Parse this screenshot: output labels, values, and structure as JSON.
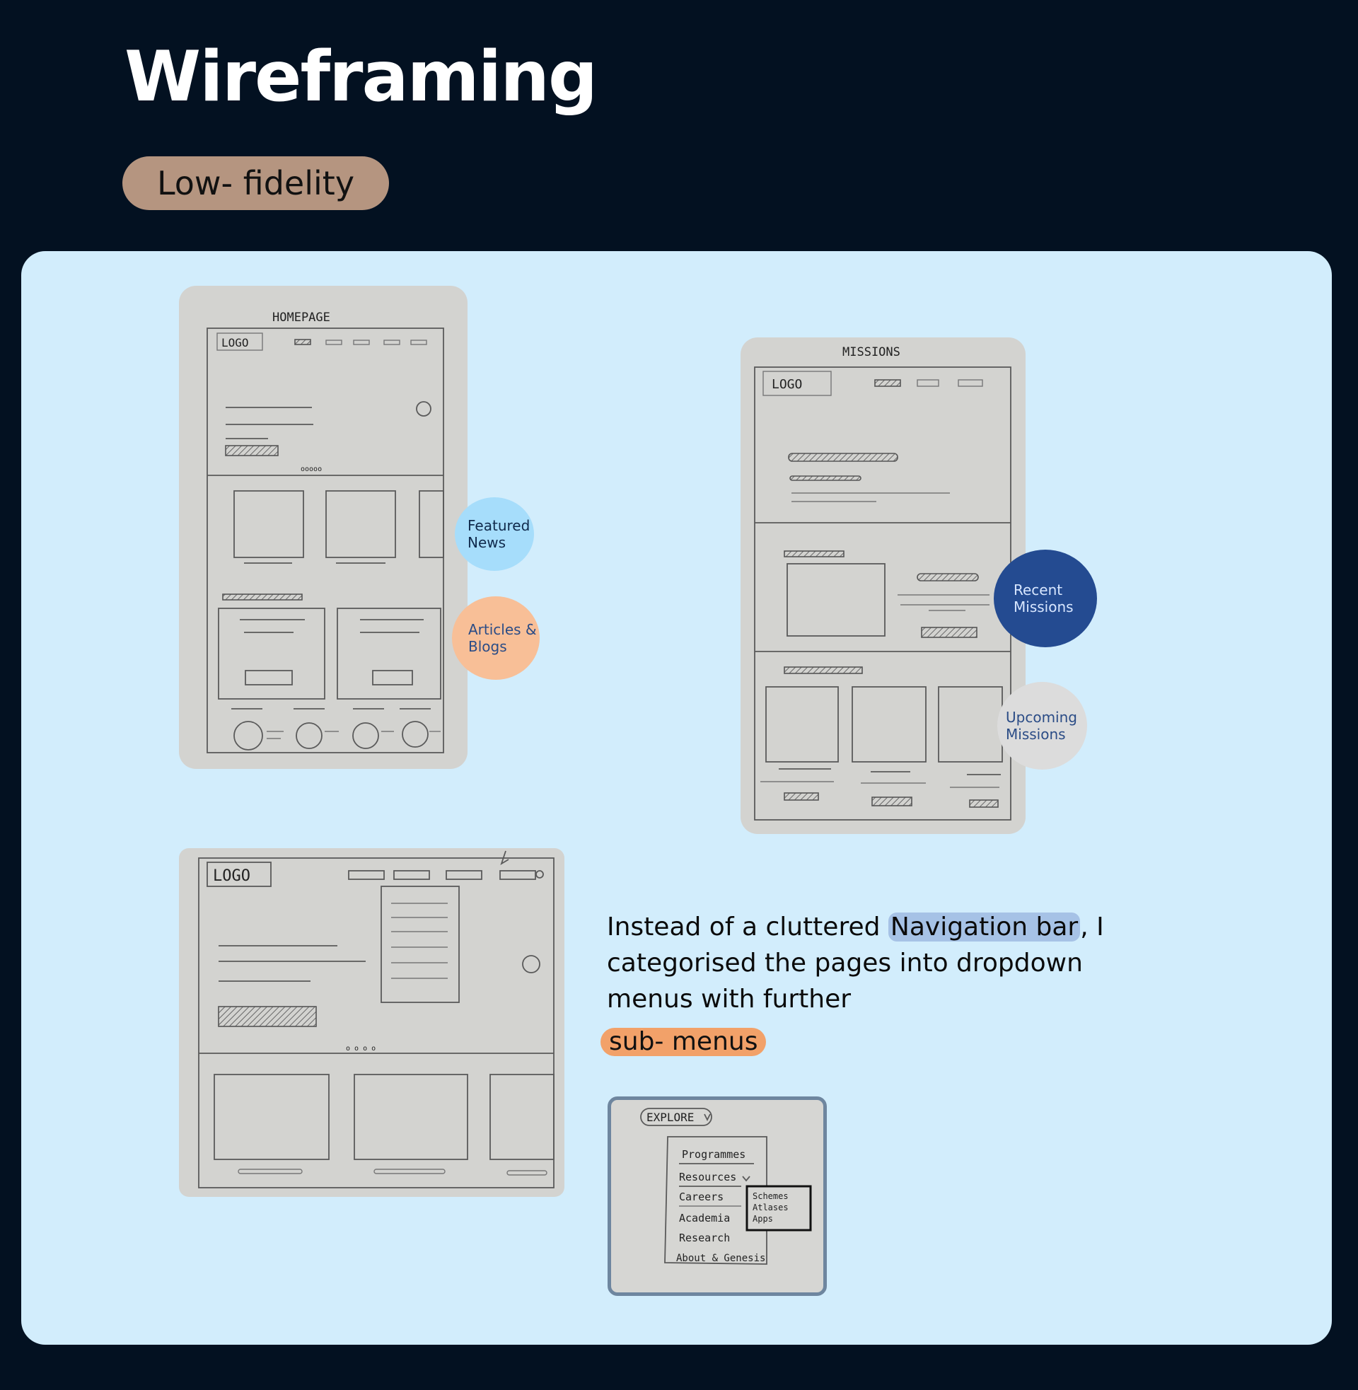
{
  "header": {
    "title": "Wireframing",
    "badge": "Low- fidelity"
  },
  "homepage_sketch": {
    "caption": "HOMEPAGE",
    "logo": "LOGO"
  },
  "missions_sketch": {
    "caption": "MISSIONS",
    "logo": "LOGO"
  },
  "nav_sketch": {
    "logo": "LOGO"
  },
  "explore_sketch": {
    "button": "EXPLORE",
    "menu": [
      "Programmes",
      "Resources",
      "Careers",
      "Academia",
      "Research",
      "About & Genesis"
    ],
    "submenu": [
      "Schemes",
      "Atlases",
      "Apps"
    ]
  },
  "annotations": {
    "featured_news": [
      "Featured",
      "News"
    ],
    "articles_blogs": [
      "Articles &",
      "Blogs"
    ],
    "recent_missions": [
      "Recent",
      "Missions"
    ],
    "upcoming_missions": [
      "Upcoming",
      "Missions"
    ]
  },
  "description": {
    "before": "Instead of a cluttered ",
    "highlight": "Navigation bar",
    "after": ", I categorised the pages into dropdown menus with further",
    "highlight2": "sub- menus"
  },
  "colors": {
    "background": "#031121",
    "panel": "#d2edfc",
    "badge": "#b59580",
    "featured_news": "#a6ddfb",
    "articles_blogs": "#f8bf97",
    "recent_missions": "#244b91",
    "upcoming_missions": "#dcdcdc",
    "highlight_blue": "#a6c2e6",
    "highlight_orange": "#f2a169"
  }
}
